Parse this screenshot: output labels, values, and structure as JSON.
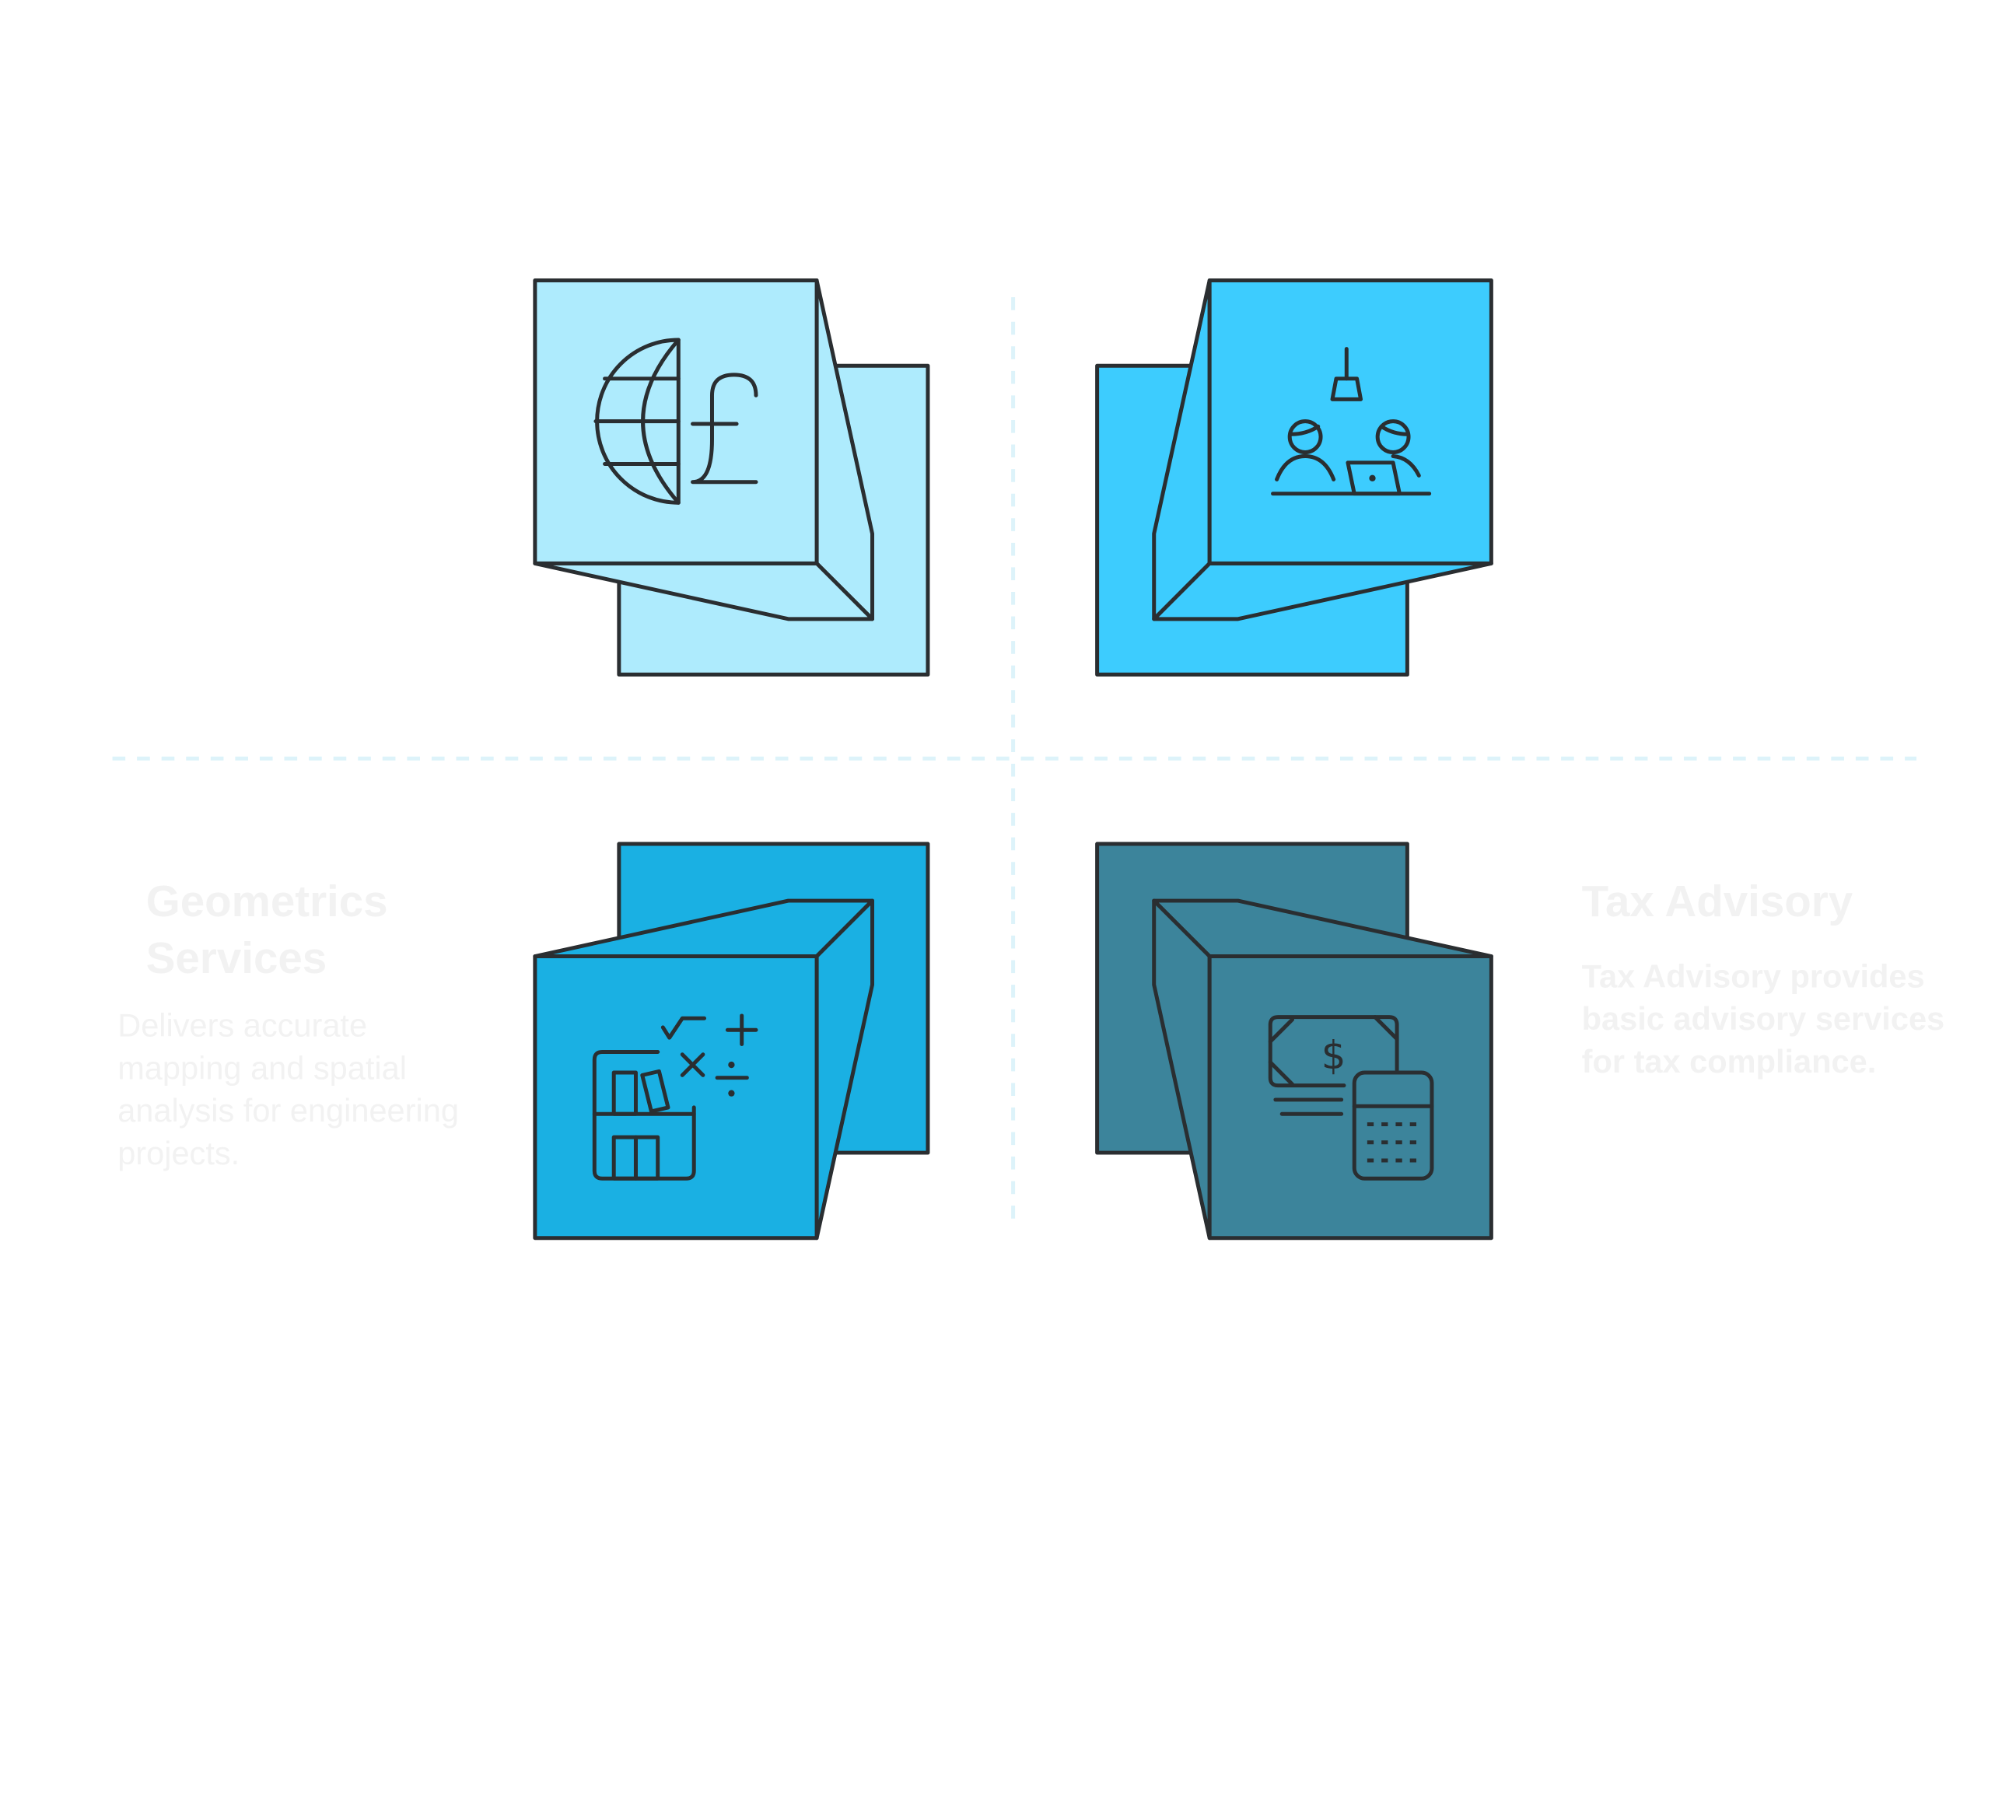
{
  "colors": {
    "top_left": "#AEEBFD",
    "top_right": "#3DCCFE",
    "bottom_left": "#1AB0E3",
    "bottom_right": "#3C849B",
    "outline": "#2A2E31",
    "divider": "#DDF3FA",
    "label_text": "#F2F2F2"
  },
  "quadrants": [
    {
      "position": "top-left",
      "icon": "globe-pound-icon"
    },
    {
      "position": "top-right",
      "icon": "office-meeting-icon"
    },
    {
      "position": "bottom-left",
      "icon": "math-bookshelf-icon",
      "title": "Geometrics Services",
      "description": "Delivers accurate mapping and spatial analysis for engineering projects."
    },
    {
      "position": "bottom-right",
      "icon": "money-calculator-icon",
      "title": "Tax Advisory",
      "description": "Tax Advisory provides basic advisory services for tax compliance."
    }
  ]
}
